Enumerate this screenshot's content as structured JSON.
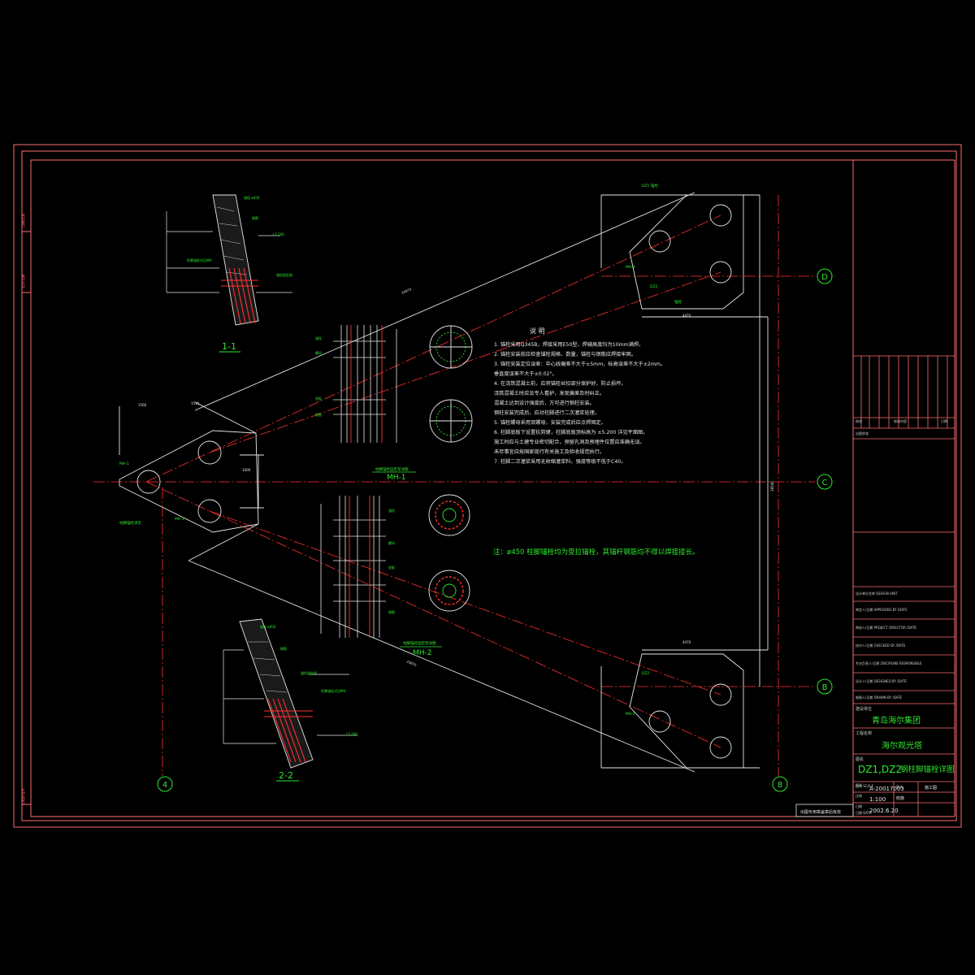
{
  "colors": {
    "background": "#000000",
    "frame": "#ff6e6e",
    "line_white": "#e6e6e6",
    "line_red": "#ff3030",
    "text_green": "#2ee82e",
    "text_white": "#e8e8e8"
  },
  "section_labels": {
    "s1": "1-1",
    "s2": "2-2"
  },
  "detail_labels": {
    "mh1": "MH-1",
    "mh2": "MH-2",
    "mh1_caption": "柱脚锚栓固定架详图",
    "mh2_caption": "柱脚锚栓固定架详图"
  },
  "grid_bubbles": {
    "d": "D",
    "c": "C",
    "b": "B",
    "n4": "4",
    "n8": "8"
  },
  "notes": {
    "heading": "说 明",
    "lines": [
      "1. 锚栓采用Q345B，焊接采用E50型，焊缝高度均为10mm满焊。",
      "2. 锚栓安装前应检查锚栓规格、数量，锚栓与钢筋应焊接牢固。",
      "3. 锚栓安装定位误差：中心线偏差不大于±5mm，标高误差不大于±2mm。",
      "   垂直度误差不大于±0.02°。",
      "4. 在浇筑混凝土前，应将锚栓丝扣部分保护好，防止损坏。",
      "   浇筑混凝土时应派专人看护，发现偏差及时纠正。",
      "   混凝土达到设计强度后，方可进行钢柱安装。",
      "   钢柱安装完成后，应对柱脚进行二次灌浆处理。",
      "5. 锚栓螺母采用双螺母，安装完成后应点焊固定。",
      "6. 柱脚底板下设置抗剪键，柱脚底板顶标高为 ±5.200 详见平面图。",
      "   施工时应与土建专业密切配合，预留孔洞及预埋件位置应准确无误。",
      "   未尽事宜应按国家现行有关施工及验收规范执行。",
      "7. 柱脚二次灌浆采用无收缩灌浆料，强度等级不低于C40。"
    ],
    "highlight": "注：ø450 柱脚锚栓均为受拉锚栓，其锚杆钢筋均不得以焊接接长。"
  },
  "title_block": {
    "client_label": "建设单位",
    "client": "青岛海尔集团",
    "project_label": "工程名称",
    "project": "海尔观光塔",
    "drawing_title_label": "图名",
    "drawing_code": "DZ1,DZ2",
    "drawing_title": "钢柱脚锚栓详图",
    "drawing_no_label": "图号",
    "drawing_no": "A-20017003",
    "scale_label": "比例",
    "scale": "1:100",
    "date_label": "日期",
    "date": "2002.6.20",
    "sheet_label": "版本",
    "sheet": "结施",
    "stage": "施工图"
  },
  "stamp": "出图专用章盖章后有效"
}
